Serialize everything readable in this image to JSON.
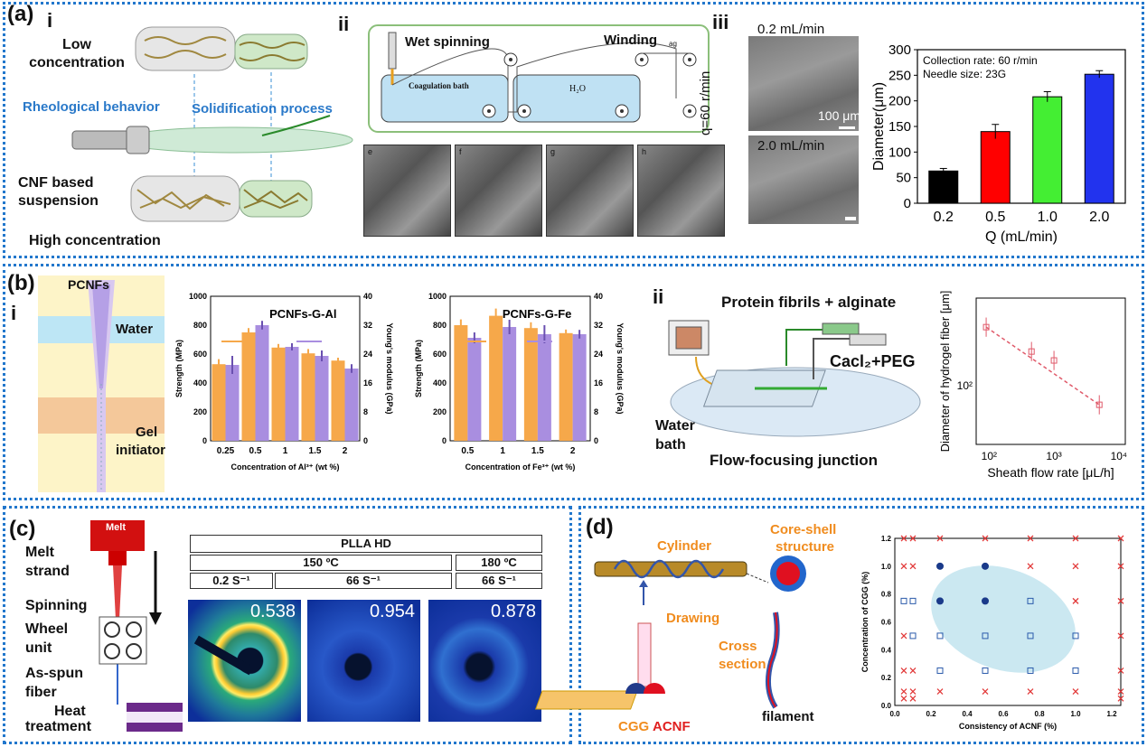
{
  "panels": {
    "a": {
      "label": "(a)",
      "i": {
        "roman": "i",
        "low": "Low concentration",
        "rheo": "Rheological behavior",
        "solid": "Solidification process",
        "cnf": "CNF based suspension",
        "high": "High concentration"
      },
      "ii": {
        "roman": "ii",
        "wet": "Wet spinning",
        "winding": "Winding",
        "ag": "ag",
        "coag": "Coagulation bath",
        "h2o": "H₂O",
        "sem_labels": [
          "e",
          "f",
          "g",
          "h"
        ]
      },
      "iii": {
        "roman": "iii",
        "rate1": "0.2 mL/min",
        "rate2": "2.0 mL/min",
        "q": "q=60 r/min",
        "scale": "100 μm"
      }
    },
    "b": {
      "label": "(b)",
      "i": {
        "roman": "i",
        "pcnf": "PCNFs",
        "water": "Water",
        "gel1": "Gel",
        "gel2": "initiator"
      },
      "ii": {
        "roman": "ii",
        "protein": "Protein fibrils + alginate",
        "cacl": "Cacl₂+PEG",
        "water1": "Water",
        "water2": "bath",
        "junction": "Flow-focusing junction"
      }
    },
    "c": {
      "label": "(c)",
      "melt_box": "Melt",
      "melt1": "Melt",
      "melt2": "strand",
      "spinning": "Spinning",
      "wheel1": "Wheel",
      "wheel2": "unit",
      "asspun1": "As-spun",
      "asspun2": "fiber",
      "heat1": "Heat",
      "heat2": "treatment",
      "table": {
        "header": "PLLA HD",
        "t150": "150 ºC",
        "t180": "180 ºC",
        "r1": "0.2 S⁻¹",
        "r2": "66 S⁻¹",
        "r3": "66 S⁻¹"
      },
      "xrd_values": [
        "0.538",
        "0.954",
        "0.878"
      ]
    },
    "d": {
      "label": "(d)",
      "cylinder": "Cylinder",
      "coreshell1": "Core-shell",
      "coreshell2": "structure",
      "drawing": "Drawing",
      "cross1": "Cross",
      "cross2": "section",
      "filament": "filament",
      "cgg": "CGG",
      "acnf": "ACNF"
    }
  },
  "chart_data": [
    {
      "id": "a-iii",
      "type": "bar",
      "annotation": [
        "Collection rate: 60 r/min",
        "Needle size: 23G"
      ],
      "xlabel": "Q (mL/min)",
      "ylabel": "Diameter(μm)",
      "categories": [
        "0.2",
        "0.5",
        "1.0",
        "2.0"
      ],
      "values": [
        63,
        140,
        208,
        252
      ],
      "errors": [
        5,
        14,
        10,
        7
      ],
      "colors": [
        "#000000",
        "#ff0000",
        "#44ee33",
        "#2233ee"
      ],
      "ylim": [
        0,
        300
      ],
      "yticks": [
        0,
        50,
        100,
        150,
        200,
        250,
        300
      ]
    },
    {
      "id": "b-i-al",
      "type": "bar",
      "title": "PCNFs-G-Al",
      "xlabel": "Concentration of Al³⁺ (wt %)",
      "ylabel": "Strength (MPa)",
      "ylabel2": "Young's modulus (GPa)",
      "categories": [
        "0.25",
        "0.5",
        "1",
        "1.5",
        "2"
      ],
      "series": [
        {
          "name": "Strength",
          "color": "#f6a84a",
          "values": [
            530,
            750,
            645,
            605,
            555
          ],
          "errors": [
            35,
            30,
            25,
            30,
            20
          ]
        },
        {
          "name": "Young's modulus",
          "color": "#a98ee0",
          "values": [
            21,
            32,
            26,
            23.5,
            20
          ],
          "errors": [
            2.5,
            1.2,
            1.0,
            1.5,
            1.2
          ]
        }
      ],
      "ylim": [
        0,
        1000
      ],
      "y2lim": [
        0,
        40
      ],
      "yticks": [
        0,
        200,
        400,
        600,
        800,
        1000
      ],
      "y2ticks": [
        0,
        8,
        16,
        24,
        32,
        40
      ]
    },
    {
      "id": "b-i-fe",
      "type": "bar",
      "title": "PCNFs-G-Fe",
      "xlabel": "Concentration of Fe³⁺ (wt %)",
      "ylabel": "Strength (MPa)",
      "ylabel2": "Young's modulus (GPa)",
      "categories": [
        "0.5",
        "1",
        "1.5",
        "2"
      ],
      "series": [
        {
          "name": "Strength",
          "color": "#f6a84a",
          "values": [
            800,
            865,
            780,
            745
          ],
          "errors": [
            40,
            50,
            40,
            25
          ]
        },
        {
          "name": "Young's modulus",
          "color": "#a98ee0",
          "values": [
            28.5,
            31.5,
            29.5,
            29.5
          ],
          "errors": [
            1.5,
            2.0,
            2.5,
            1.2
          ]
        }
      ],
      "ylim": [
        0,
        1000
      ],
      "y2lim": [
        0,
        40
      ],
      "yticks": [
        0,
        200,
        400,
        600,
        800,
        1000
      ],
      "y2ticks": [
        0,
        8,
        16,
        24,
        32,
        40
      ]
    },
    {
      "id": "b-ii",
      "type": "scatter",
      "xlabel": "Sheath flow rate [μL/h]",
      "ylabel": "Diameter of hydrogel fiber [μm]",
      "xscale": "log",
      "yscale": "log",
      "x": [
        90,
        450,
        1000,
        5000
      ],
      "y": [
        200,
        150,
        135,
        80
      ],
      "xticks": [
        "10²",
        "10³",
        "10⁴"
      ],
      "ytick": "10²",
      "color": "#e05a6a"
    },
    {
      "id": "d",
      "type": "scatter",
      "xlabel": "Consistency of ACNF (%)",
      "ylabel": "Concentration of CGG (%)",
      "xlim": [
        0,
        1.25
      ],
      "ylim": [
        0,
        1.2
      ],
      "xticks": [
        "0.0",
        "0.2",
        "0.4",
        "0.6",
        "0.8",
        "1.0",
        "1.2"
      ],
      "yticks": [
        "0.0",
        "0.2",
        "0.4",
        "0.6",
        "0.8",
        "1.0",
        "1.2"
      ],
      "points": [
        {
          "x": 0.05,
          "y": 1.2,
          "m": "x"
        },
        {
          "x": 0.1,
          "y": 1.2,
          "m": "x"
        },
        {
          "x": 0.25,
          "y": 1.2,
          "m": "x"
        },
        {
          "x": 0.5,
          "y": 1.2,
          "m": "x"
        },
        {
          "x": 0.75,
          "y": 1.2,
          "m": "x"
        },
        {
          "x": 1.0,
          "y": 1.2,
          "m": "x"
        },
        {
          "x": 1.25,
          "y": 1.2,
          "m": "x"
        },
        {
          "x": 0.05,
          "y": 1.0,
          "m": "x"
        },
        {
          "x": 0.1,
          "y": 1.0,
          "m": "x"
        },
        {
          "x": 0.25,
          "y": 1.0,
          "m": "dot"
        },
        {
          "x": 0.5,
          "y": 1.0,
          "m": "dot"
        },
        {
          "x": 0.75,
          "y": 1.0,
          "m": "x"
        },
        {
          "x": 1.0,
          "y": 1.0,
          "m": "x"
        },
        {
          "x": 1.25,
          "y": 1.0,
          "m": "x"
        },
        {
          "x": 0.05,
          "y": 0.75,
          "m": "box"
        },
        {
          "x": 0.1,
          "y": 0.75,
          "m": "box"
        },
        {
          "x": 0.25,
          "y": 0.75,
          "m": "dot"
        },
        {
          "x": 0.5,
          "y": 0.75,
          "m": "dot"
        },
        {
          "x": 0.75,
          "y": 0.75,
          "m": "box"
        },
        {
          "x": 1.0,
          "y": 0.75,
          "m": "x"
        },
        {
          "x": 1.25,
          "y": 0.75,
          "m": "x"
        },
        {
          "x": 0.05,
          "y": 0.5,
          "m": "x"
        },
        {
          "x": 0.1,
          "y": 0.5,
          "m": "box"
        },
        {
          "x": 0.25,
          "y": 0.5,
          "m": "box"
        },
        {
          "x": 0.5,
          "y": 0.5,
          "m": "box"
        },
        {
          "x": 0.75,
          "y": 0.5,
          "m": "box"
        },
        {
          "x": 1.0,
          "y": 0.5,
          "m": "box"
        },
        {
          "x": 1.25,
          "y": 0.5,
          "m": "x"
        },
        {
          "x": 0.05,
          "y": 0.25,
          "m": "x"
        },
        {
          "x": 0.1,
          "y": 0.25,
          "m": "x"
        },
        {
          "x": 0.25,
          "y": 0.25,
          "m": "box"
        },
        {
          "x": 0.5,
          "y": 0.25,
          "m": "box"
        },
        {
          "x": 0.75,
          "y": 0.25,
          "m": "box"
        },
        {
          "x": 1.0,
          "y": 0.25,
          "m": "box"
        },
        {
          "x": 1.25,
          "y": 0.25,
          "m": "x"
        },
        {
          "x": 0.05,
          "y": 0.1,
          "m": "x"
        },
        {
          "x": 0.1,
          "y": 0.1,
          "m": "x"
        },
        {
          "x": 0.25,
          "y": 0.1,
          "m": "x"
        },
        {
          "x": 0.5,
          "y": 0.1,
          "m": "x"
        },
        {
          "x": 0.75,
          "y": 0.1,
          "m": "x"
        },
        {
          "x": 1.0,
          "y": 0.1,
          "m": "x"
        },
        {
          "x": 1.25,
          "y": 0.1,
          "m": "x"
        },
        {
          "x": 0.05,
          "y": 0.05,
          "m": "x"
        },
        {
          "x": 0.1,
          "y": 0.05,
          "m": "x"
        },
        {
          "x": 1.25,
          "y": 0.05,
          "m": "x"
        }
      ]
    }
  ]
}
